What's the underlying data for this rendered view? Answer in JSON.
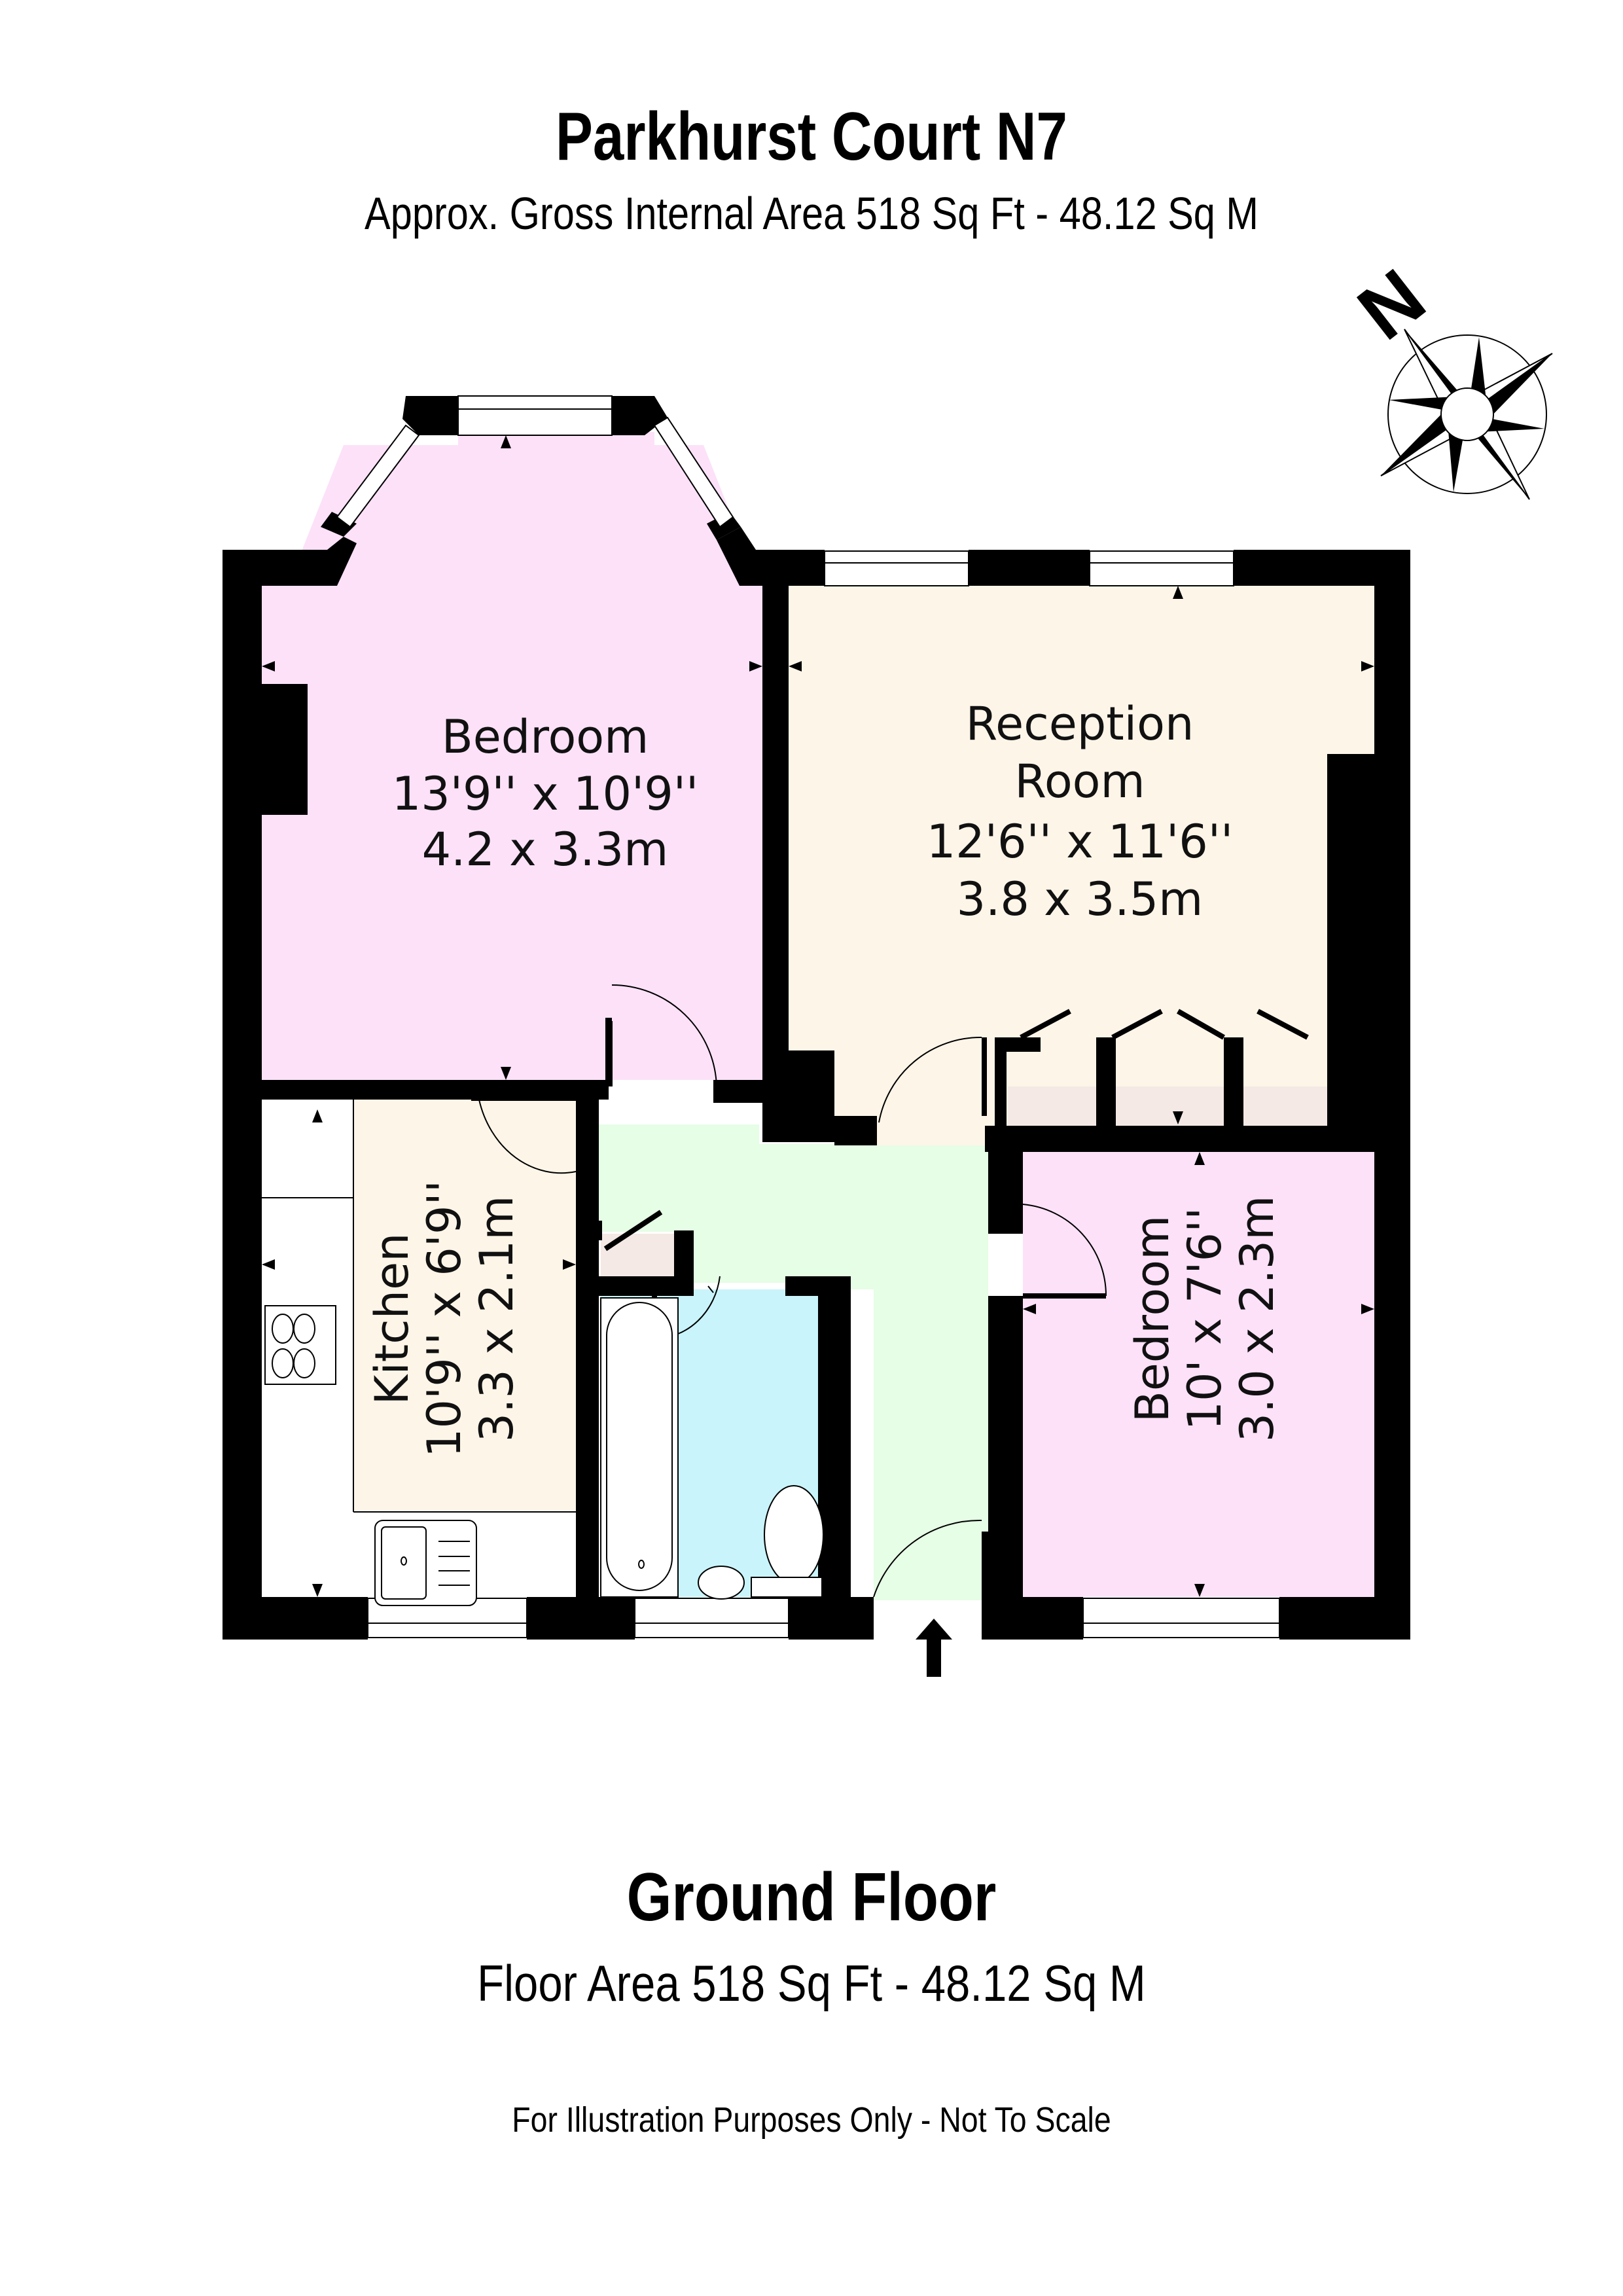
{
  "header": {
    "title": "Parkhurst Court N7",
    "subtitle": "Approx. Gross Internal Area 518 Sq Ft - 48.12 Sq M"
  },
  "compass": {
    "label": "N",
    "icon": "compass-rose-icon"
  },
  "rooms": {
    "bedroom_1": {
      "name": "Bedroom",
      "imperial": "13'9'' x 10'9''",
      "metric": "4.2 x 3.3m",
      "color": "#fce1f8"
    },
    "reception": {
      "name_line1": "Reception",
      "name_line2": "Room",
      "imperial": "12'6'' x 11'6''",
      "metric": "3.8 x 3.5m",
      "color": "#fdf5e8"
    },
    "kitchen": {
      "name": "Kitchen",
      "imperial": "10'9'' x 6'9''",
      "metric": "3.3 x 2.1m",
      "color": "#fdf5e8"
    },
    "bedroom_2": {
      "name": "Bedroom",
      "imperial": "10' x 7'6''",
      "metric": "3.0 x 2.3m",
      "color": "#fce1f8"
    },
    "hall": {
      "color": "#e6fde6"
    },
    "bathroom": {
      "color": "#c9f4fb"
    },
    "storage": {
      "color": "#f4e9e4"
    }
  },
  "footer": {
    "floor_name": "Ground Floor",
    "floor_area": "Floor Area 518 Sq Ft - 48.12 Sq M",
    "disclaimer": "For Illustration Purposes Only - Not To Scale"
  },
  "entrance": {
    "icon": "entrance-arrow-icon"
  }
}
